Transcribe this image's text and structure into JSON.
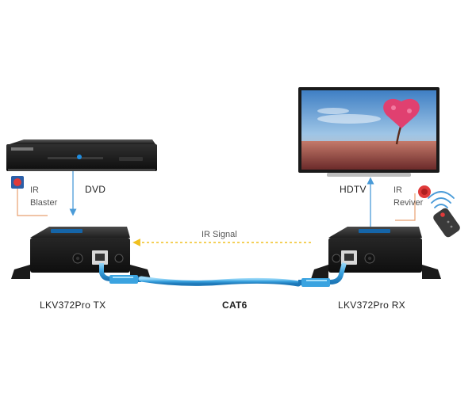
{
  "labels": {
    "dvd": "DVD",
    "hdtv": "HDTV",
    "ir_blaster": [
      "IR",
      "Blaster"
    ],
    "ir_receiver": [
      "IR",
      "Reviver"
    ],
    "ir_signal": "IR Signal",
    "cable": "CAT6",
    "tx": "LKV372Pro TX",
    "rx": "LKV372Pro RX"
  },
  "colors": {
    "cable": "#3aa3e0",
    "cable_inner": "#8fd0f5",
    "signal_arrow": "#4a9bd8",
    "ir_path": "#e8a070",
    "ir_signal_dash": "#f0c020",
    "ir_emitter": "#e03a3a",
    "device_body": "#2a2a2a"
  },
  "icons": {
    "dvd_player": "dvd-player-icon",
    "hdtv": "tv-icon",
    "transmitter": "extender-tx-icon",
    "receiver": "extender-rx-icon",
    "remote": "remote-control-icon",
    "ir_waves": "ir-waves-icon"
  }
}
